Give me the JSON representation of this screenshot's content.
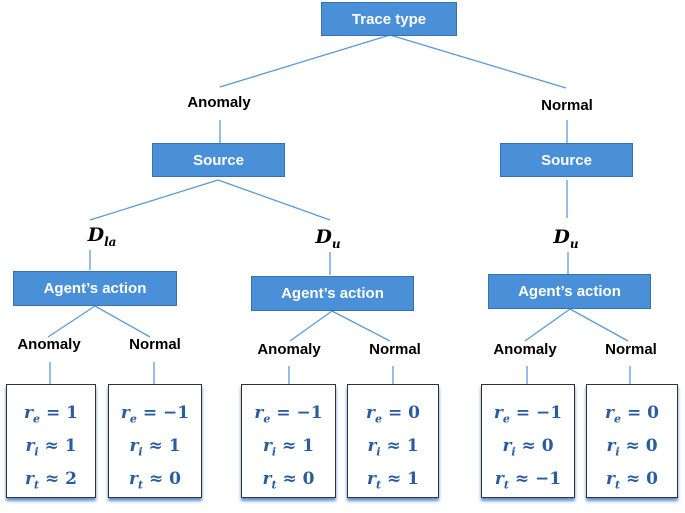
{
  "root": "Trace type",
  "branch_anomaly": "Anomaly",
  "branch_normal": "Normal",
  "source_left": "Source",
  "source_right": "Source",
  "d_la_base": "D",
  "d_la_sub": "la",
  "d_u_base": "D",
  "d_u_sub": "u",
  "d_u2_base": "D",
  "d_u2_sub": "u",
  "action1": "Agent’s action",
  "action2": "Agent’s action",
  "action3": "Agent’s action",
  "leaf_labels": [
    "Anomaly",
    "Normal",
    "Anomaly",
    "Normal",
    "Anomaly",
    "Normal"
  ],
  "r_symbol": "r",
  "subs": [
    "e",
    "i",
    "t"
  ],
  "outcomes": [
    {
      "re": "= 1",
      "ri": "≈ 1",
      "rt": "≈ 2"
    },
    {
      "re": "= −1",
      "ri": "≈ 1",
      "rt": "≈ 0"
    },
    {
      "re": "= −1",
      "ri": "≈ 1",
      "rt": "≈ 0"
    },
    {
      "re": "= 0",
      "ri": "≈ 1",
      "rt": "≈ 1"
    },
    {
      "re": "= −1",
      "ri": "≈ 0",
      "rt": "≈ −1"
    },
    {
      "re": "= 0",
      "ri": "≈ 0",
      "rt": "≈ 0"
    }
  ],
  "colors": {
    "box_fill": "#4a90d9",
    "edge": "#5b9bd5",
    "value_text": "#2a5ca0"
  }
}
